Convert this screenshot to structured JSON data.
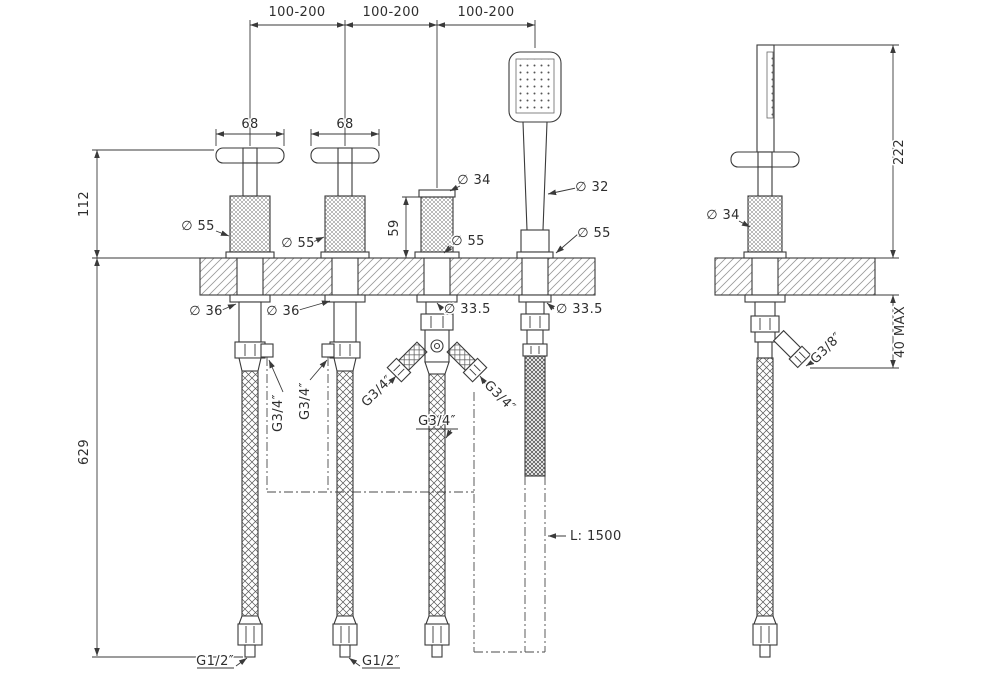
{
  "title": "Deck-mounted bath mixer technical drawing",
  "colors": {
    "line": "#3a3a3a",
    "hatch": "#999999",
    "background": "#ffffff"
  },
  "labels": {
    "front": {
      "span1": "100-200",
      "span2": "100-200",
      "span3": "100-200",
      "handle1_width": "68",
      "handle2_width": "68",
      "height_above_deck": "112",
      "below_deck_height": "629",
      "spout_height": "59",
      "spout_top_dia": "∅ 34",
      "shower_dia": "∅ 32",
      "handle1_grip_dia": "∅ 55",
      "handle2_grip_dia": "∅ 55",
      "spout_base_dia": "∅ 55",
      "shower_base_dia": "∅ 55",
      "handle1_shank_dia": "∅ 36",
      "handle2_shank_dia": "∅ 36",
      "spout_shank_dia": "∅ 33.5",
      "shower_shank_dia": "∅ 33.5",
      "valve1_thread": "G3/4″",
      "valve2_thread": "G3/4″",
      "tee_left_thread": "G3/4″",
      "tee_right_thread": "G3/4″",
      "tee_center_thread": "G3/4″",
      "hose1_thread": "G1/2″",
      "hose2_thread": "G1/2″",
      "shower_hose_length": "L: 1500"
    },
    "side": {
      "height": "222",
      "grip_dia": "∅ 34",
      "outlet_thread": "G3/8″",
      "deck_max": "40  MAX"
    }
  }
}
